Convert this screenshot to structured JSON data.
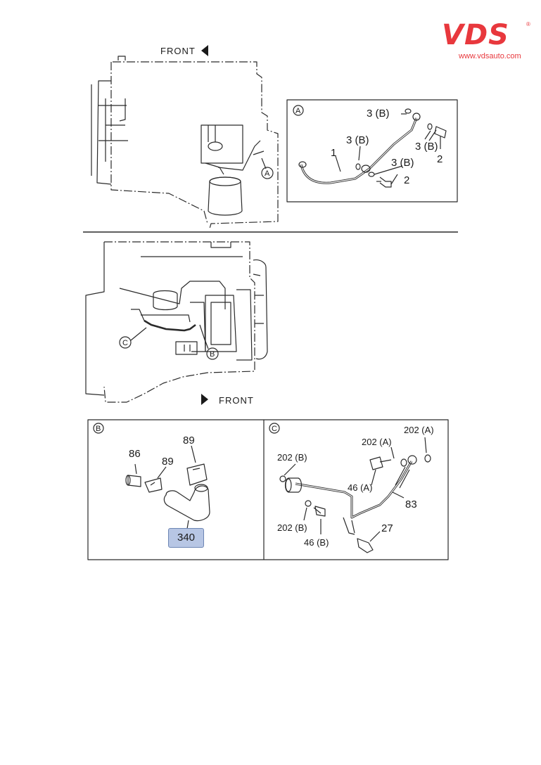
{
  "brand": {
    "word": "VDS",
    "registered": "®",
    "url": "www.vdsauto.com",
    "color": "#e8383d"
  },
  "top_view": {
    "front_label": "FRONT",
    "callout": "A"
  },
  "detail_a": {
    "circle_label": "A",
    "labels": {
      "p1": "1",
      "p3b_1": "3 (B)",
      "p3b_2": "3 (B)",
      "p3b_3": "3 (B)",
      "p3b_4": "3 (B)",
      "p2_1": "2",
      "p2_2": "2"
    }
  },
  "side_view": {
    "front_label": "FRONT",
    "callout_c": "C",
    "callout_b": "B"
  },
  "detail_b": {
    "circle_label": "B",
    "labels": {
      "p86": "86",
      "p89_1": "89",
      "p89_2": "89"
    },
    "highlight_label": "340",
    "highlight_color": "#b7c6e4"
  },
  "detail_c": {
    "circle_label": "C",
    "labels": {
      "p202a_1": "202 (A)",
      "p202a_2": "202 (A)",
      "p202b_1": "202 (B)",
      "p202b_2": "202 (B)",
      "p46a": "46 (A)",
      "p46b": "46 (B)",
      "p83": "83",
      "p27": "27"
    }
  }
}
